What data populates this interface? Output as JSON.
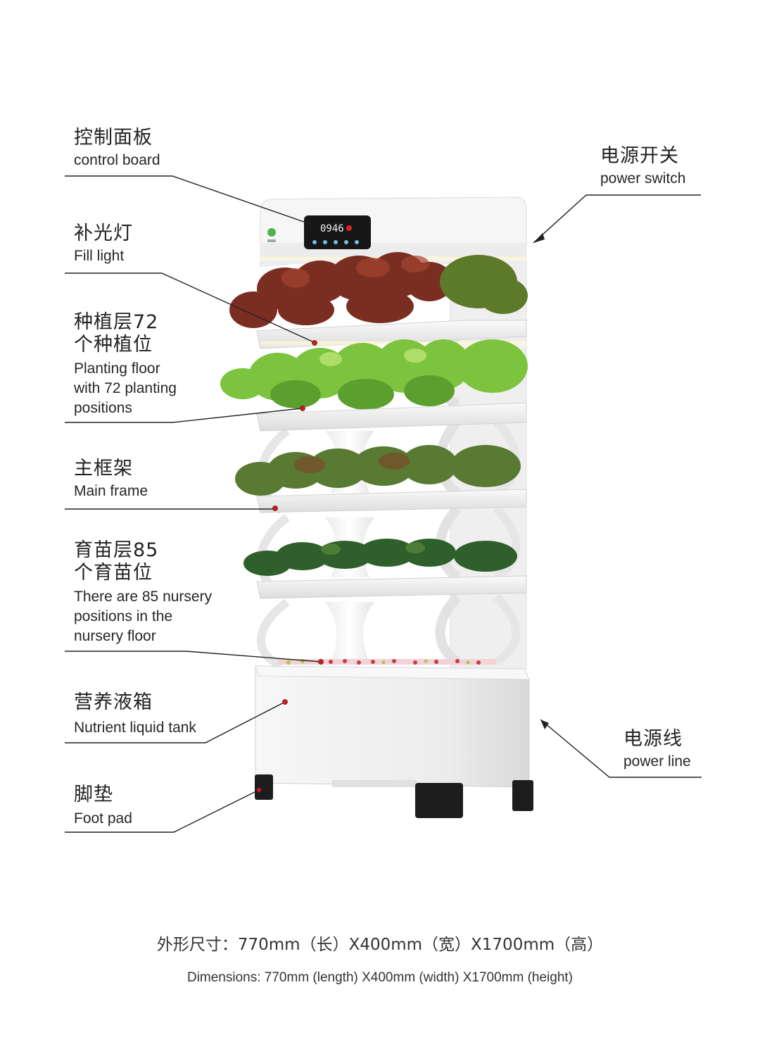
{
  "labels": {
    "control_board": {
      "cn": "控制面板",
      "en": "control board"
    },
    "fill_light": {
      "cn": "补光灯",
      "en": "Fill light"
    },
    "planting_floor": {
      "cn": "种植层72\n个种植位",
      "en": "Planting floor\nwith 72 planting\npositions"
    },
    "main_frame": {
      "cn": "主框架",
      "en": "Main frame"
    },
    "nursery_floor": {
      "cn": "育苗层85\n个育苗位",
      "en": "There are 85 nursery\npositions in the\nnursery floor"
    },
    "nutrient_tank": {
      "cn": "营养液箱",
      "en": "Nutrient liquid tank"
    },
    "foot_pad": {
      "cn": "脚垫",
      "en": "Foot pad"
    },
    "power_switch": {
      "cn": "电源开关",
      "en": "power switch"
    },
    "power_line": {
      "cn": "电源线",
      "en": "power line"
    }
  },
  "panel_display": "0946",
  "dimensions": {
    "cn": "外形尺寸：770mm（长）X400mm（宽）X1700mm（高）",
    "en": "Dimensions: 770mm (length) X400mm (width) X1700mm (height)"
  },
  "colors": {
    "frame": "#f4f4f4",
    "frame_edge": "#d8d8d8",
    "lettuce_red": "#7a2e22",
    "lettuce_green": "#6fb83a",
    "lettuce_dark": "#3f7a2a",
    "marker": "#c0201c",
    "leader": "#222222",
    "foot": "#1d1d1d"
  }
}
